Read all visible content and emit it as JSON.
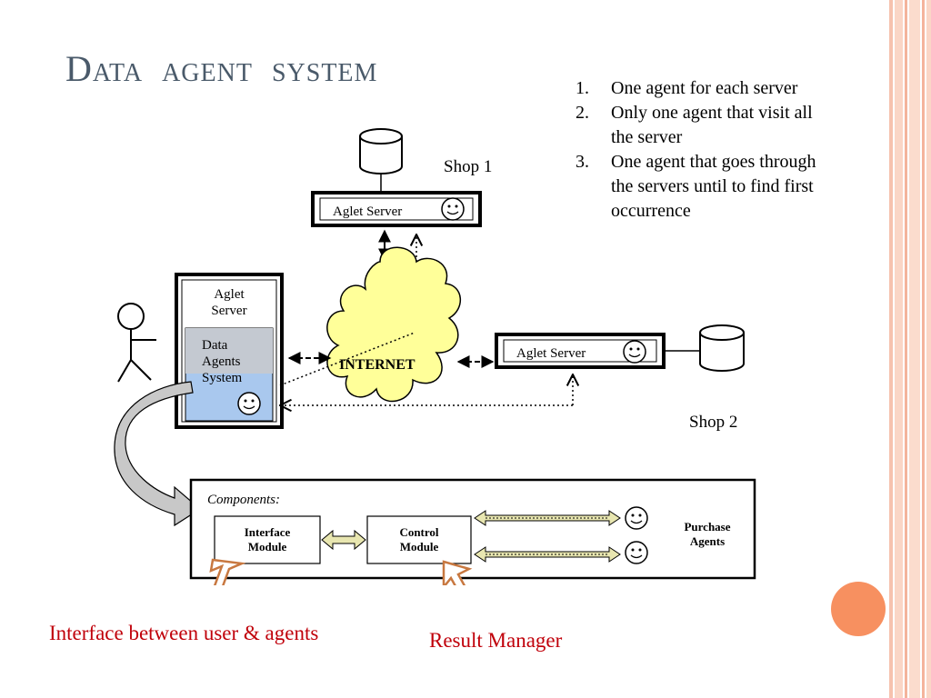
{
  "slide": {
    "title": "Data agent system",
    "notes": [
      {
        "num": "1.",
        "text": "One agent for each server"
      },
      {
        "num": "2.",
        "text": "Only one agent that visit all the server"
      },
      {
        "num": "3.",
        "text": "One agent that goes through the servers until to find first occurrence"
      }
    ],
    "captions": {
      "left": "Interface between user & agents",
      "right": "Result Manager"
    }
  },
  "diagram": {
    "shop1_label": "Shop 1",
    "shop2_label": "Shop 2",
    "aglet_server_label": "Aglet Server",
    "local_server_label_line1": "Aglet",
    "local_server_label_line2": "Server",
    "das_line1": "Data",
    "das_line2": "Agents",
    "das_line3": "System",
    "internet_label": "INTERNET",
    "components_label": "Components:",
    "interface_module_line1": "Interface",
    "interface_module_line2": "Module",
    "control_module_line1": "Control",
    "control_module_line2": "Module",
    "purchase_agents_line1": "Purchase",
    "purchase_agents_line2": "Agents"
  },
  "colors": {
    "title": "#4a5a6a",
    "caption": "#c0000a",
    "cloud_fill": "#ffff99",
    "das_fill": "#a9c8ee",
    "arrow_fill": "#e8e6b0",
    "outline_arrow": "#c87840",
    "accent_circle": "#f79060",
    "stripe": "#f5b8a0"
  },
  "icons": [
    "database-icon",
    "smiley-icon",
    "stick-figure-icon",
    "cloud-icon"
  ]
}
